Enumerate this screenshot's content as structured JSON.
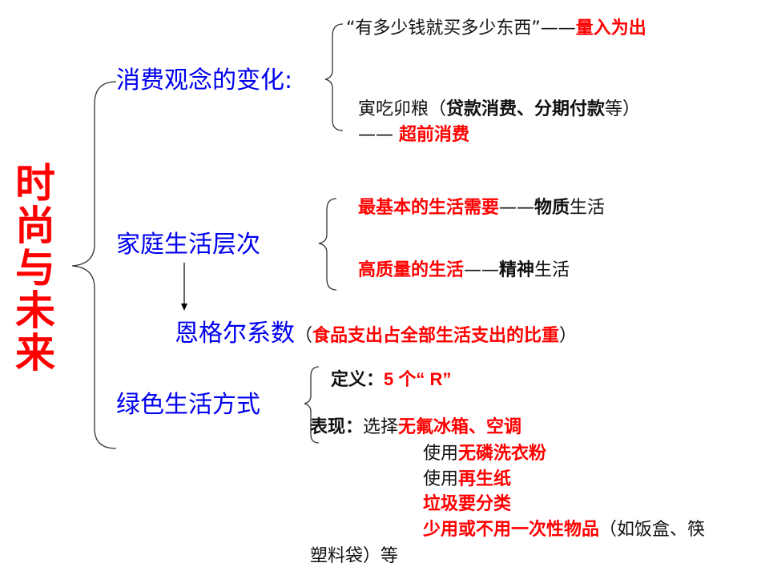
{
  "title": "时尚与未来",
  "consumption": {
    "heading": "消费观念的变化:",
    "line1_quote": "“有多少钱就买多少东西”——",
    "line1_tag": "量入为出",
    "line2_a": "寅吃卯粮（",
    "line2_bold1": "贷款消费、分期付款",
    "line2_b": "等）",
    "line3_dash": "—— ",
    "line3_tag": "超前消费"
  },
  "family": {
    "heading": "家庭生活层次",
    "item1_red": "最基本的生活需要",
    "item1_dash": "——",
    "item1_bold": "物质",
    "item1_rest": "生活",
    "item2_red": "高质量的生活",
    "item2_dash": "——",
    "item2_bold": "精神",
    "item2_rest": "生活"
  },
  "engel": {
    "heading": "恩格尔系数",
    "paren_open": "（",
    "desc": "食品支出占全部生活支出的比重",
    "paren_close": "）"
  },
  "green": {
    "heading": "绿色生活方式",
    "def_label": "定义：",
    "def_value": "5 个“ R”",
    "show_label": "表现：",
    "show_lines": [
      {
        "prefix": "选择",
        "red": "无氟冰箱、空调",
        "suffix": ""
      },
      {
        "prefix": "使用",
        "red": "无磷洗衣粉",
        "suffix": ""
      },
      {
        "prefix": "使用",
        "red": "再生纸",
        "suffix": ""
      },
      {
        "prefix": "",
        "red": "垃圾要分类",
        "suffix": ""
      },
      {
        "prefix": "",
        "red": "少用或不用一次性物品",
        "suffix": "（如饭盒、筷"
      }
    ],
    "wrap": "塑料袋）等"
  }
}
